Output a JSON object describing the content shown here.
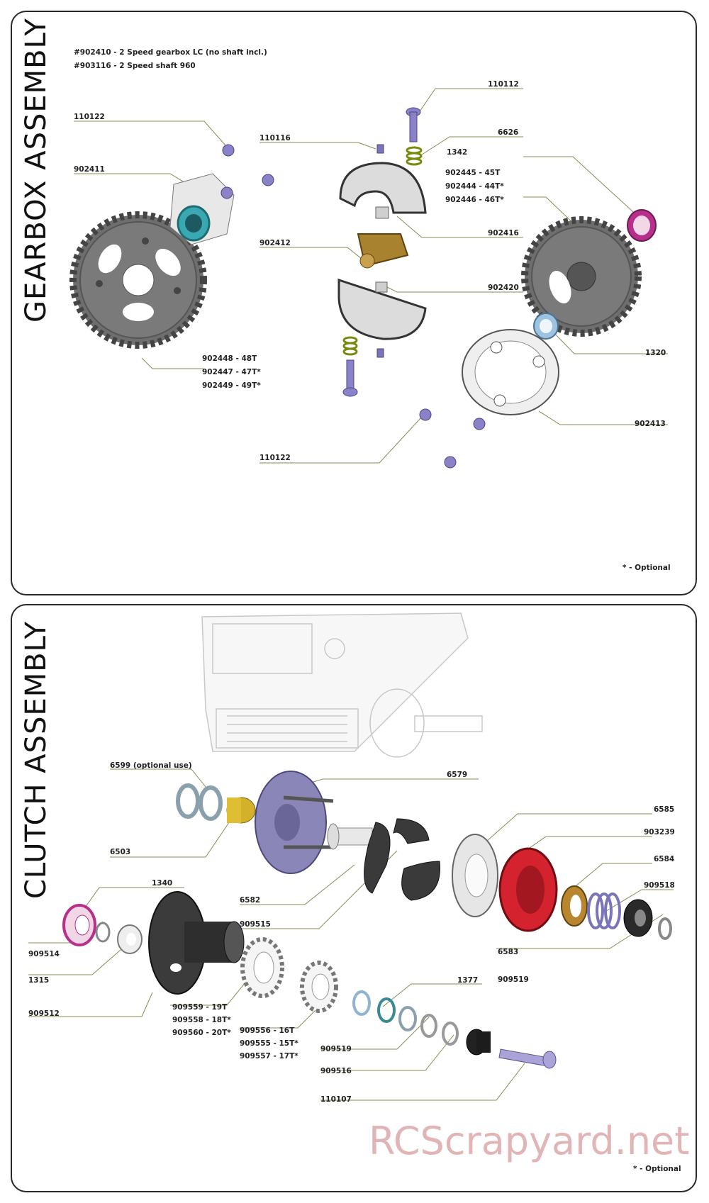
{
  "gearbox": {
    "title": "GEARBOX ASSEMBLY",
    "header_lines": [
      "#902410 - 2 Speed gearbox LC (no shaft incl.)",
      "#903116 - 2 Speed shaft 960"
    ],
    "labels": {
      "p110112": "110112",
      "p110122_top": "110122",
      "p110116": "110116",
      "p6626": "6626",
      "p1342": "1342",
      "p902411": "902411",
      "p902445": "902445 - 45T",
      "p902444": "902444 - 44T*",
      "p902446": "902446 - 46T*",
      "p902416": "902416",
      "p902412": "902412",
      "p902420": "902420",
      "p1320": "1320",
      "p902448": "902448 - 48T",
      "p902447": "902447 - 47T*",
      "p902449": "902449 - 49T*",
      "p902413": "902413",
      "p110122_bottom": "110122"
    },
    "optional_note": "* - Optional"
  },
  "clutch": {
    "title": "CLUTCH ASSEMBLY",
    "labels": {
      "p6599": "6599 (optional use)",
      "p6579": "6579",
      "p6585": "6585",
      "p903239": "903239",
      "p6503": "6503",
      "p6584": "6584",
      "p1340": "1340",
      "p909518": "909518",
      "p6582": "6582",
      "p909515": "909515",
      "p909514": "909514",
      "p6583": "6583",
      "p1315": "1315",
      "p909519_right": "909519",
      "p909512": "909512",
      "p909559": "909559 - 19T",
      "p909558": "909558 - 18T*",
      "p909560": "909560 - 20T*",
      "p1377": "1377",
      "p909556": "909556 - 16T",
      "p909555": "909555 - 15T*",
      "p909557": "909557 - 17T*",
      "p909519_bottom": "909519",
      "p909516": "909516",
      "p110107": "110107"
    },
    "optional_note": "* - Optional"
  },
  "watermark": "RCScrapyard.net"
}
